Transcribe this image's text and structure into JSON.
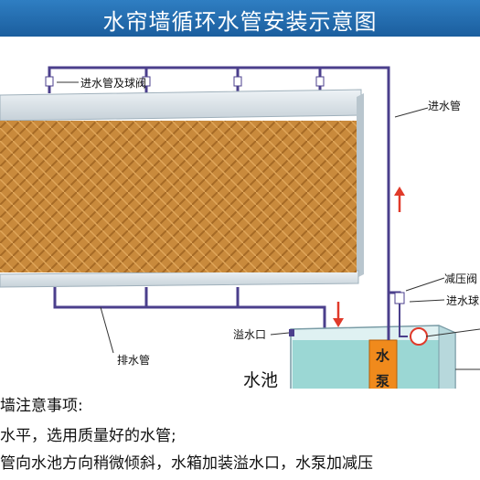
{
  "title": "水帘墙循环水管安装示意图",
  "labels": {
    "inlet_pipe_valve": "进水管及球阀",
    "inlet_pipe": "进水管",
    "pressure_valve": "减压阀",
    "inlet_ball_valve": "进水球",
    "overflow": "溢水口",
    "drain_pipe": "排水管",
    "pool": "水池",
    "pump_char_1": "水",
    "pump_char_2": "泵"
  },
  "notes": {
    "heading": "墙注意事项:",
    "line1": "水平，选用质量好的水管;",
    "line2": "管向水池方向稍微倾斜，水箱加装溢水口，水泵加减压"
  },
  "colors": {
    "title_bg": "#1f66a8",
    "pipe": "#4b3f8c",
    "pad": "#c98a3c",
    "frame": "#d8e2e8",
    "water": "#8fd2cf",
    "pump": "#f08a1c",
    "arrow": "#e03a2a"
  }
}
